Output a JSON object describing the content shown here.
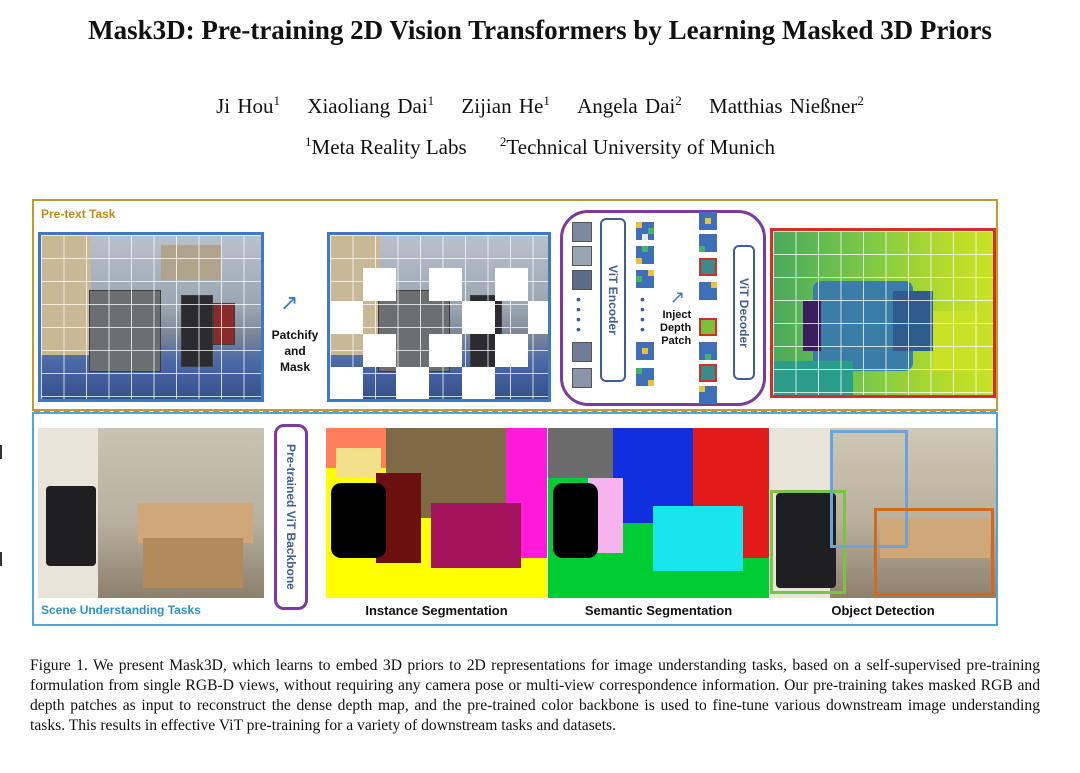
{
  "paper": {
    "title": "Mask3D: Pre-training 2D Vision Transformers by Learning Masked 3D Priors",
    "authors": [
      {
        "name": "Ji Hou",
        "aff": "1"
      },
      {
        "name": "Xiaoliang Dai",
        "aff": "1"
      },
      {
        "name": "Zijian He",
        "aff": "1"
      },
      {
        "name": "Angela Dai",
        "aff": "2"
      },
      {
        "name": "Matthias Nießner",
        "aff": "2"
      }
    ],
    "affiliations": [
      {
        "mark": "1",
        "name": "Meta Reality Labs"
      },
      {
        "mark": "2",
        "name": "Technical University of Munich"
      }
    ]
  },
  "figure": {
    "pretext_label": "Pre-text Task",
    "scene_label": "Scene Understanding Tasks",
    "patchify_label": [
      "Patchify",
      "and",
      "Mask"
    ],
    "vit_encoder": "ViT Encoder",
    "vit_decoder": "ViT Decoder",
    "inject_label": [
      "Inject",
      "Depth",
      "Patch"
    ],
    "backbone": "Pre-trained ViT Backbone",
    "tasks": [
      "Instance Segmentation",
      "Semantic Segmentation",
      "Object Detection"
    ],
    "colors": {
      "pretext_border": "#c59a2b",
      "scene_border": "#4ea6dc",
      "vit_frame": "#7b3aa0",
      "image_border": "#3f78c4",
      "depth_border": "#d0302a"
    }
  },
  "caption": "Figure 1.  We present Mask3D, which learns to embed 3D priors to 2D representations for image understanding tasks, based on a self-supervised pre-training formulation from single RGB-D views, without requiring any camera pose or multi-view correspondence information. Our pre-training takes masked RGB and depth patches as input to reconstruct the dense depth map, and the pre-trained color backbone is used to fine-tune various downstream image understanding tasks. This results in effective ViT pre-training for a variety of downstream tasks and datasets."
}
